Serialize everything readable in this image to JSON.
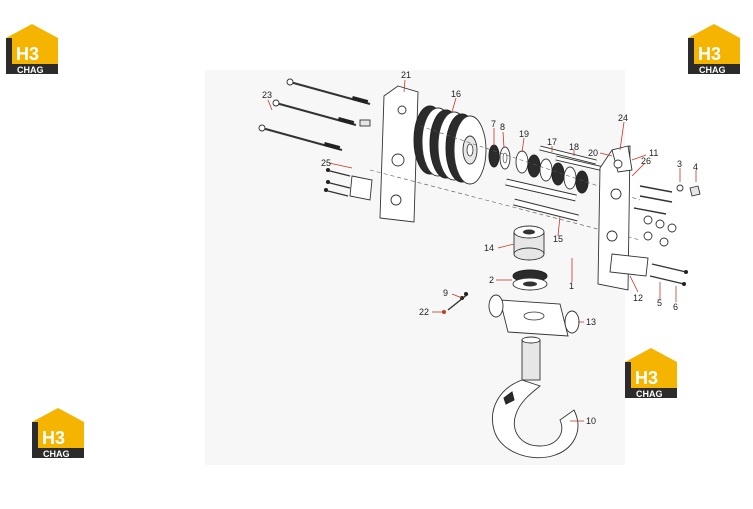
{
  "brand": {
    "logo_mark": "H3",
    "logo_text": "CHAG",
    "accent": "#f5b400",
    "dark": "#2b2b2b"
  },
  "callouts": {
    "c1": "1",
    "c2": "2",
    "c3": "3",
    "c4": "4",
    "c5": "5",
    "c6": "6",
    "c7": "7",
    "c8": "8",
    "c9": "9",
    "c10": "10",
    "c11": "11",
    "c12": "12",
    "c13": "13",
    "c14": "14",
    "c15": "15",
    "c16": "16",
    "c17": "17",
    "c18": "18",
    "c19": "19",
    "c20": "20",
    "c21": "21",
    "c22": "22",
    "c23": "23",
    "c24": "24",
    "c25": "25",
    "c26": "26"
  }
}
